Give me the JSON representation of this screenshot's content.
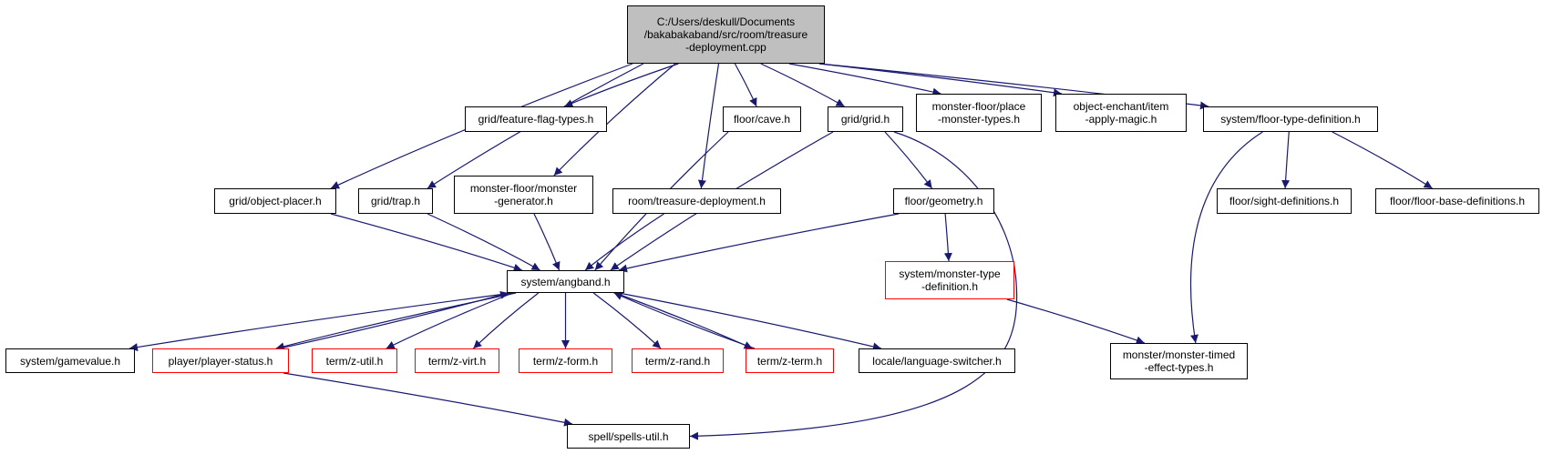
{
  "colors": {
    "edge": "#191970",
    "root_fill": "#bfbfbf",
    "highlight_border": "#ff0000",
    "node_border": "#000000"
  },
  "nodes": [
    {
      "id": "root",
      "label": "C:/Users/deskull/Documents\n/bakabakaband/src/room/treasure\n-deployment.cpp",
      "style": "root"
    },
    {
      "id": "grid_feature_flag_types",
      "label": "grid/feature-flag-types.h",
      "style": "normal"
    },
    {
      "id": "floor_cave",
      "label": "floor/cave.h",
      "style": "normal"
    },
    {
      "id": "grid_grid",
      "label": "grid/grid.h",
      "style": "normal"
    },
    {
      "id": "monster_floor_place_monster_types",
      "label": "monster-floor/place\n-monster-types.h",
      "style": "normal"
    },
    {
      "id": "object_enchant_item_apply_magic",
      "label": "object-enchant/item\n-apply-magic.h",
      "style": "normal"
    },
    {
      "id": "system_floor_type_definition",
      "label": "system/floor-type-definition.h",
      "style": "normal"
    },
    {
      "id": "grid_object_placer",
      "label": "grid/object-placer.h",
      "style": "normal"
    },
    {
      "id": "grid_trap",
      "label": "grid/trap.h",
      "style": "normal"
    },
    {
      "id": "monster_floor_monster_generator",
      "label": "monster-floor/monster\n-generator.h",
      "style": "normal"
    },
    {
      "id": "room_treasure_deployment",
      "label": "room/treasure-deployment.h",
      "style": "normal"
    },
    {
      "id": "floor_geometry",
      "label": "floor/geometry.h",
      "style": "normal"
    },
    {
      "id": "floor_sight_definitions",
      "label": "floor/sight-definitions.h",
      "style": "normal"
    },
    {
      "id": "floor_floor_base_definitions",
      "label": "floor/floor-base-definitions.h",
      "style": "normal"
    },
    {
      "id": "system_angband",
      "label": "system/angband.h",
      "style": "normal"
    },
    {
      "id": "system_monster_type_definition",
      "label": "system/monster-type\n-definition.h",
      "style": "red"
    },
    {
      "id": "system_gamevalue",
      "label": "system/gamevalue.h",
      "style": "normal"
    },
    {
      "id": "player_player_status",
      "label": "player/player-status.h",
      "style": "red"
    },
    {
      "id": "term_z_util",
      "label": "term/z-util.h",
      "style": "red"
    },
    {
      "id": "term_z_virt",
      "label": "term/z-virt.h",
      "style": "red"
    },
    {
      "id": "term_z_form",
      "label": "term/z-form.h",
      "style": "red"
    },
    {
      "id": "term_z_rand",
      "label": "term/z-rand.h",
      "style": "red"
    },
    {
      "id": "term_z_term",
      "label": "term/z-term.h",
      "style": "red"
    },
    {
      "id": "locale_language_switcher",
      "label": "locale/language-switcher.h",
      "style": "normal"
    },
    {
      "id": "monster_monster_timed_effect_types",
      "label": "monster/monster-timed\n-effect-types.h",
      "style": "normal"
    },
    {
      "id": "spell_spells_util",
      "label": "spell/spells-util.h",
      "style": "normal"
    }
  ],
  "edges": [
    [
      "root",
      "grid_feature_flag_types"
    ],
    [
      "root",
      "floor_cave"
    ],
    [
      "root",
      "grid_grid"
    ],
    [
      "root",
      "monster_floor_place_monster_types"
    ],
    [
      "root",
      "object_enchant_item_apply_magic"
    ],
    [
      "root",
      "system_floor_type_definition"
    ],
    [
      "root",
      "grid_object_placer"
    ],
    [
      "root",
      "grid_trap"
    ],
    [
      "root",
      "monster_floor_monster_generator"
    ],
    [
      "root",
      "room_treasure_deployment"
    ],
    [
      "floor_cave",
      "system_angband"
    ],
    [
      "grid_grid",
      "system_angband"
    ],
    [
      "grid_grid",
      "floor_geometry"
    ],
    [
      "grid_grid",
      "spell_spells_util"
    ],
    [
      "system_floor_type_definition",
      "floor_sight_definitions"
    ],
    [
      "system_floor_type_definition",
      "floor_floor_base_definitions"
    ],
    [
      "system_floor_type_definition",
      "monster_monster_timed_effect_types"
    ],
    [
      "grid_object_placer",
      "system_angband"
    ],
    [
      "grid_trap",
      "system_angband"
    ],
    [
      "monster_floor_monster_generator",
      "system_angband"
    ],
    [
      "room_treasure_deployment",
      "system_angband"
    ],
    [
      "floor_geometry",
      "system_angband"
    ],
    [
      "floor_geometry",
      "system_monster_type_definition"
    ],
    [
      "system_monster_type_definition",
      "monster_monster_timed_effect_types"
    ],
    [
      "system_angband",
      "system_gamevalue"
    ],
    [
      "system_angband",
      "player_player_status"
    ],
    [
      "system_angband",
      "term_z_util"
    ],
    [
      "system_angband",
      "term_z_virt"
    ],
    [
      "system_angband",
      "term_z_form"
    ],
    [
      "system_angband",
      "term_z_rand"
    ],
    [
      "system_angband",
      "term_z_term"
    ],
    [
      "system_angband",
      "locale_language_switcher"
    ],
    [
      "player_player_status",
      "system_angband"
    ],
    [
      "term_z_term",
      "system_angband"
    ],
    [
      "player_player_status",
      "spell_spells_util"
    ]
  ]
}
